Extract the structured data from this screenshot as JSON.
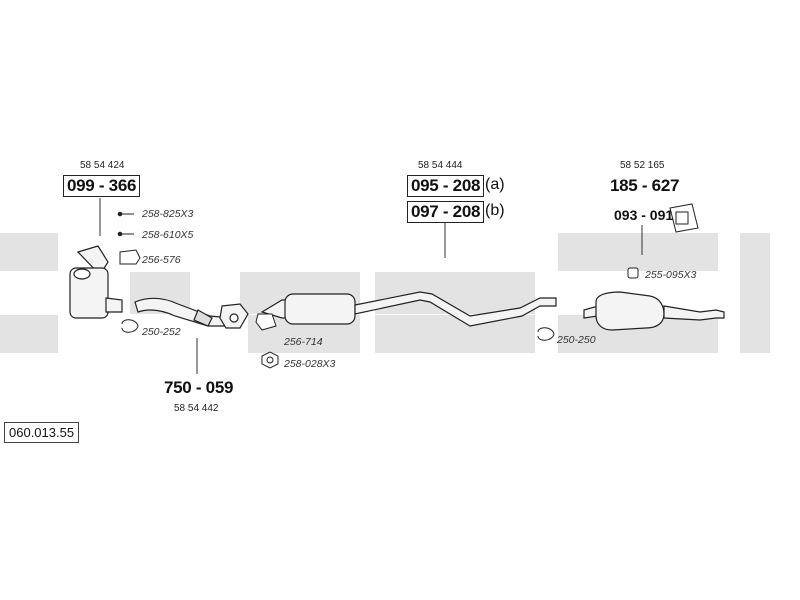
{
  "diagram_code": "060.013.55",
  "groups": {
    "front": {
      "part_ref": "58 54 424",
      "part_no": "099 - 366",
      "hardware": [
        "258-825X3",
        "258-610X5",
        "256-576"
      ]
    },
    "front_clamp": {
      "code": "250-252"
    },
    "front_pipe": {
      "part_no": "750 - 059",
      "part_ref": "58 54 442",
      "hardware": [
        "256-714",
        "258-028X3"
      ]
    },
    "middle": {
      "part_ref": "58 54 444",
      "variant_a": {
        "part_no": "095 - 208",
        "suffix": "(a)"
      },
      "variant_b": {
        "part_no": "097 - 208",
        "suffix": "(b)"
      },
      "clamp": "250-250"
    },
    "rear": {
      "part_ref": "58 52 165",
      "part_no": "185 - 627",
      "mount": "093 - 091",
      "hardware": [
        "255-095X3"
      ]
    }
  }
}
